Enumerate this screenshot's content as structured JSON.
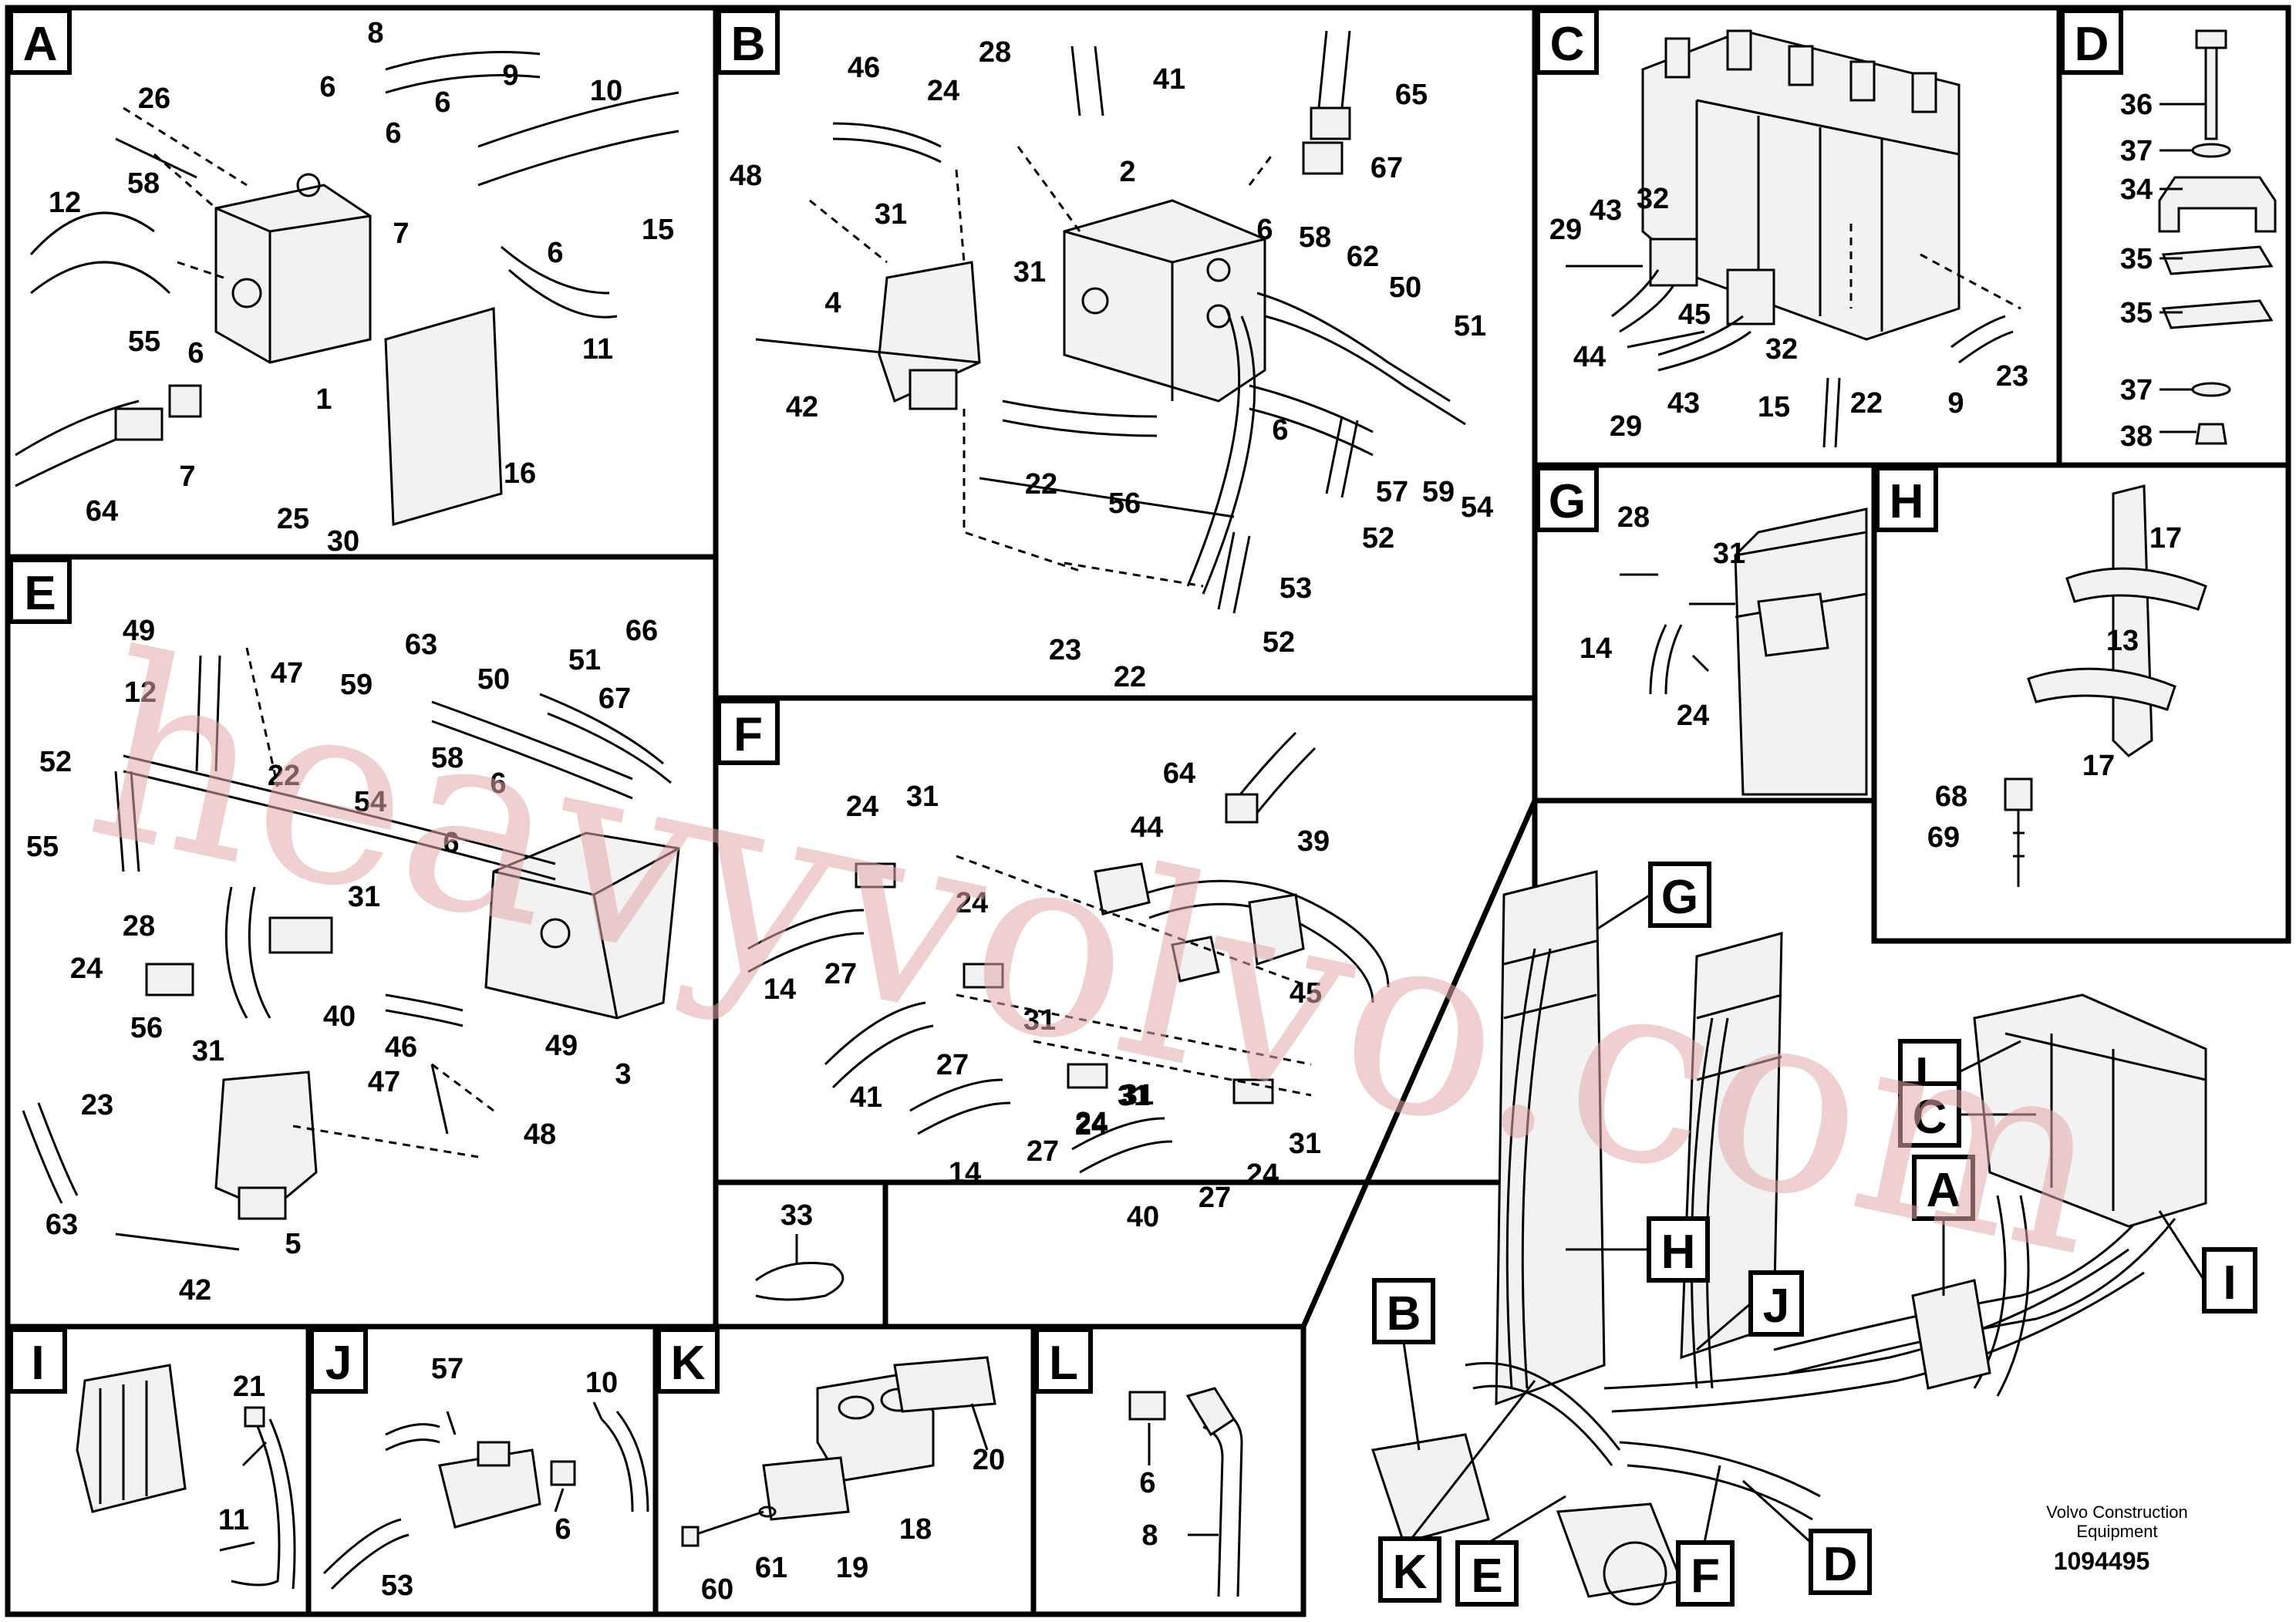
{
  "panels": {
    "A": {
      "letter": "A",
      "callouts": [
        "26",
        "8",
        "6",
        "6",
        "9",
        "10",
        "6",
        "12",
        "58",
        "7",
        "6",
        "15",
        "55",
        "6",
        "11",
        "1",
        "64",
        "7",
        "16",
        "25",
        "30"
      ]
    },
    "B": {
      "letter": "B",
      "callouts": [
        "28",
        "46",
        "41",
        "24",
        "65",
        "48",
        "2",
        "67",
        "31",
        "6",
        "58",
        "31",
        "62",
        "4",
        "50",
        "51",
        "42",
        "6",
        "22",
        "56",
        "57",
        "59",
        "54",
        "52",
        "53",
        "23",
        "22",
        "52"
      ]
    },
    "C": {
      "letter": "C",
      "callouts": [
        "29",
        "43",
        "32",
        "45",
        "32",
        "44",
        "29",
        "43",
        "15",
        "22",
        "9",
        "23"
      ]
    },
    "D": {
      "letter": "D",
      "callouts": [
        "36",
        "37",
        "34",
        "35",
        "35",
        "37",
        "38"
      ]
    },
    "E": {
      "letter": "E",
      "callouts": [
        "49",
        "66",
        "12",
        "47",
        "59",
        "63",
        "50",
        "51",
        "67",
        "52",
        "22",
        "58",
        "6",
        "55",
        "54",
        "6",
        "31",
        "28",
        "24",
        "40",
        "46",
        "49",
        "47",
        "48",
        "3",
        "56",
        "31",
        "23",
        "5",
        "63",
        "42"
      ]
    },
    "F": {
      "letter": "F",
      "callouts": [
        "64",
        "24",
        "31",
        "39",
        "44",
        "24",
        "14",
        "27",
        "45",
        "31",
        "41",
        "27",
        "24",
        "31",
        "14",
        "27",
        "24",
        "31",
        "40",
        "27",
        "24",
        "31"
      ]
    },
    "G": {
      "letter": "G",
      "callouts": [
        "28",
        "31",
        "14",
        "24"
      ]
    },
    "H": {
      "letter": "H",
      "callouts": [
        "17",
        "13",
        "17",
        "68",
        "69"
      ]
    },
    "I": {
      "letter": "I",
      "callouts": [
        "21",
        "11"
      ]
    },
    "J": {
      "letter": "J",
      "callouts": [
        "57",
        "10",
        "6",
        "53"
      ]
    },
    "K": {
      "letter": "K",
      "callouts": [
        "20",
        "18",
        "60",
        "61",
        "19"
      ]
    },
    "L": {
      "letter": "L",
      "callouts": [
        "6",
        "8"
      ]
    },
    "S33": {
      "callouts": [
        "33"
      ]
    }
  },
  "overview_labels": [
    "G",
    "H",
    "J",
    "L",
    "C",
    "A",
    "I",
    "B",
    "K",
    "E",
    "F",
    "D"
  ],
  "watermark": "heavyvolvo.com",
  "footer": {
    "brand": "Volvo Construction",
    "brand2": "Equipment",
    "drawing_id": "1094495"
  }
}
